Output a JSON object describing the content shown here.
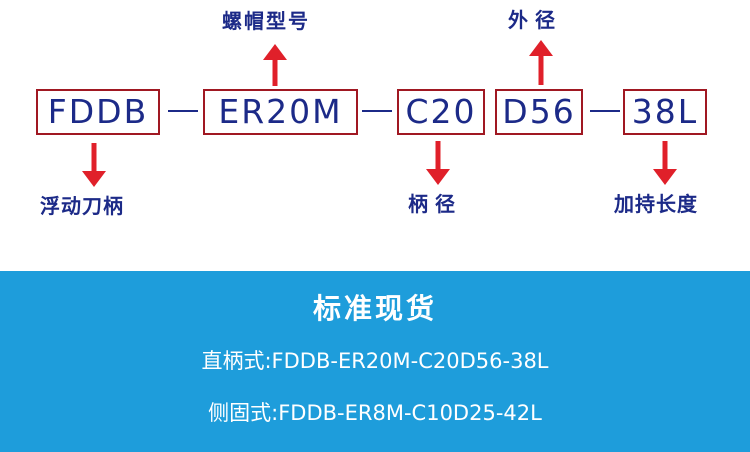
{
  "codes": [
    "FDDB",
    "ER20M",
    "C20",
    "D56",
    "38L"
  ],
  "labels": {
    "thread_type": "螺帽型号",
    "outer_diameter": "外 径",
    "floating_holder": "浮动刀柄",
    "shank_diameter": "柄 径",
    "clamp_length": "加持长度"
  },
  "stock": {
    "title": "标准现货",
    "straight": "直柄式:FDDB-ER20M-C20D56-38L",
    "side": "侧固式:FDDB-ER8M-C10D25-42L"
  },
  "colors": {
    "text_blue": "#1c2a88",
    "box_border": "#a01822",
    "arrow_red": "#e0202a",
    "panel_blue": "#1e9ddb"
  }
}
